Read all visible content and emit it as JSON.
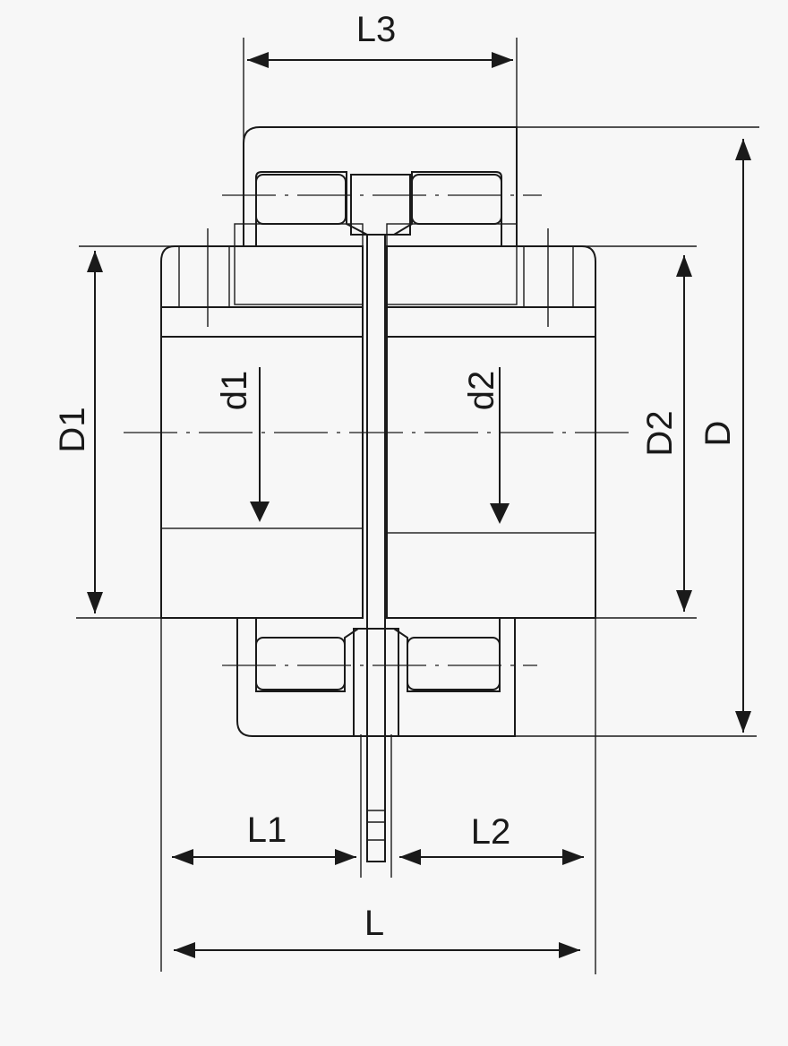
{
  "diagram": {
    "labels": {
      "L3": "L3",
      "D1": "D1",
      "d1": "d1",
      "d2": "d2",
      "D2": "D2",
      "D": "D",
      "L1": "L1",
      "L2": "L2",
      "L": "L"
    }
  }
}
